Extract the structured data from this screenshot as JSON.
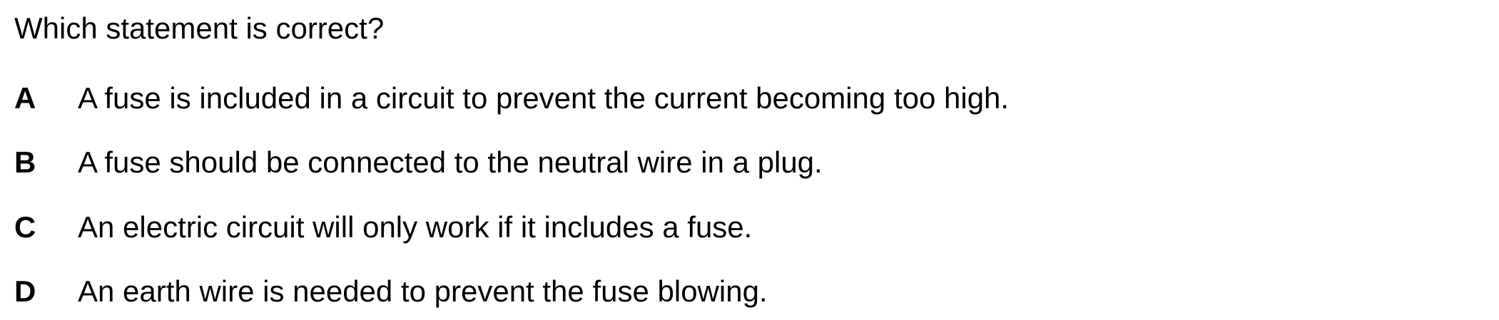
{
  "question": {
    "stem": "Which statement is correct?",
    "options": [
      {
        "letter": "A",
        "text": "A fuse is included in a circuit to prevent the current becoming too high."
      },
      {
        "letter": "B",
        "text": "A fuse should be connected to the neutral wire in a plug."
      },
      {
        "letter": "C",
        "text": "An electric circuit will only work if it includes a fuse."
      },
      {
        "letter": "D",
        "text": "An earth wire is needed to prevent the fuse blowing."
      }
    ]
  }
}
